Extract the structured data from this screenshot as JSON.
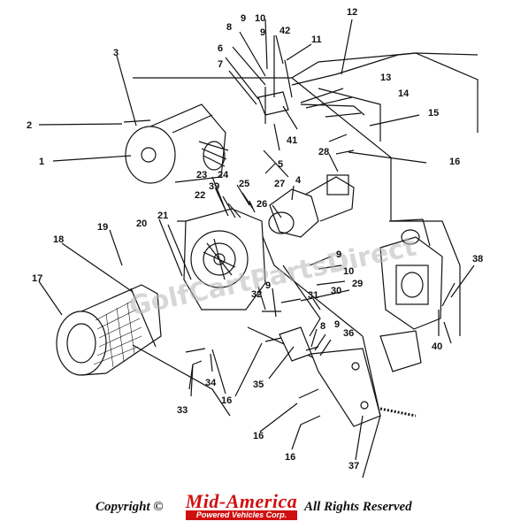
{
  "diagram": {
    "callouts": [
      "1",
      "2",
      "3",
      "4",
      "5",
      "6",
      "7",
      "8",
      "9",
      "10",
      "11",
      "12",
      "13",
      "14",
      "15",
      "16",
      "17",
      "18",
      "19",
      "20",
      "21",
      "22",
      "23",
      "24",
      "25",
      "26",
      "27",
      "28",
      "29",
      "30",
      "31",
      "32",
      "33",
      "34",
      "35",
      "36",
      "37",
      "38",
      "39",
      "40",
      "41",
      "42"
    ],
    "watermark": "GolfCartPartsDirect",
    "colors": {
      "line": "#111111",
      "logo_red": "#d01010"
    }
  },
  "footer": {
    "copyright": "Copyright ©",
    "brand": "Mid-America",
    "brand_sub": "Powered Vehicles Corp.",
    "rights": "All Rights Reserved"
  }
}
